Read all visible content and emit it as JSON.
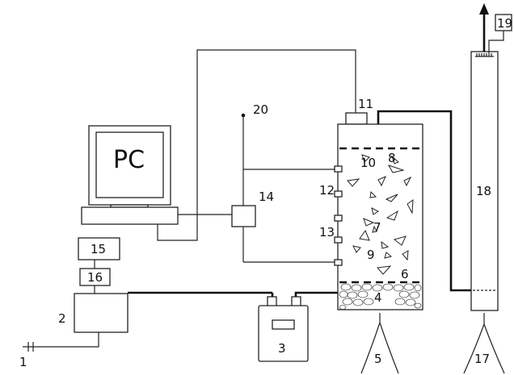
{
  "computer": {
    "screen_text": "PC"
  },
  "labels": {
    "l1": "1",
    "l2": "2",
    "l3": "3",
    "l4": "4",
    "l5": "5",
    "l6": "6",
    "l7": "7",
    "l8": "8",
    "l9": "9",
    "l10": "10",
    "l11": "11",
    "l12": "12",
    "l13": "13",
    "l14": "14",
    "l15": "15",
    "l16": "16",
    "l17": "17",
    "l18": "18",
    "l19": "19",
    "l20": "20"
  }
}
